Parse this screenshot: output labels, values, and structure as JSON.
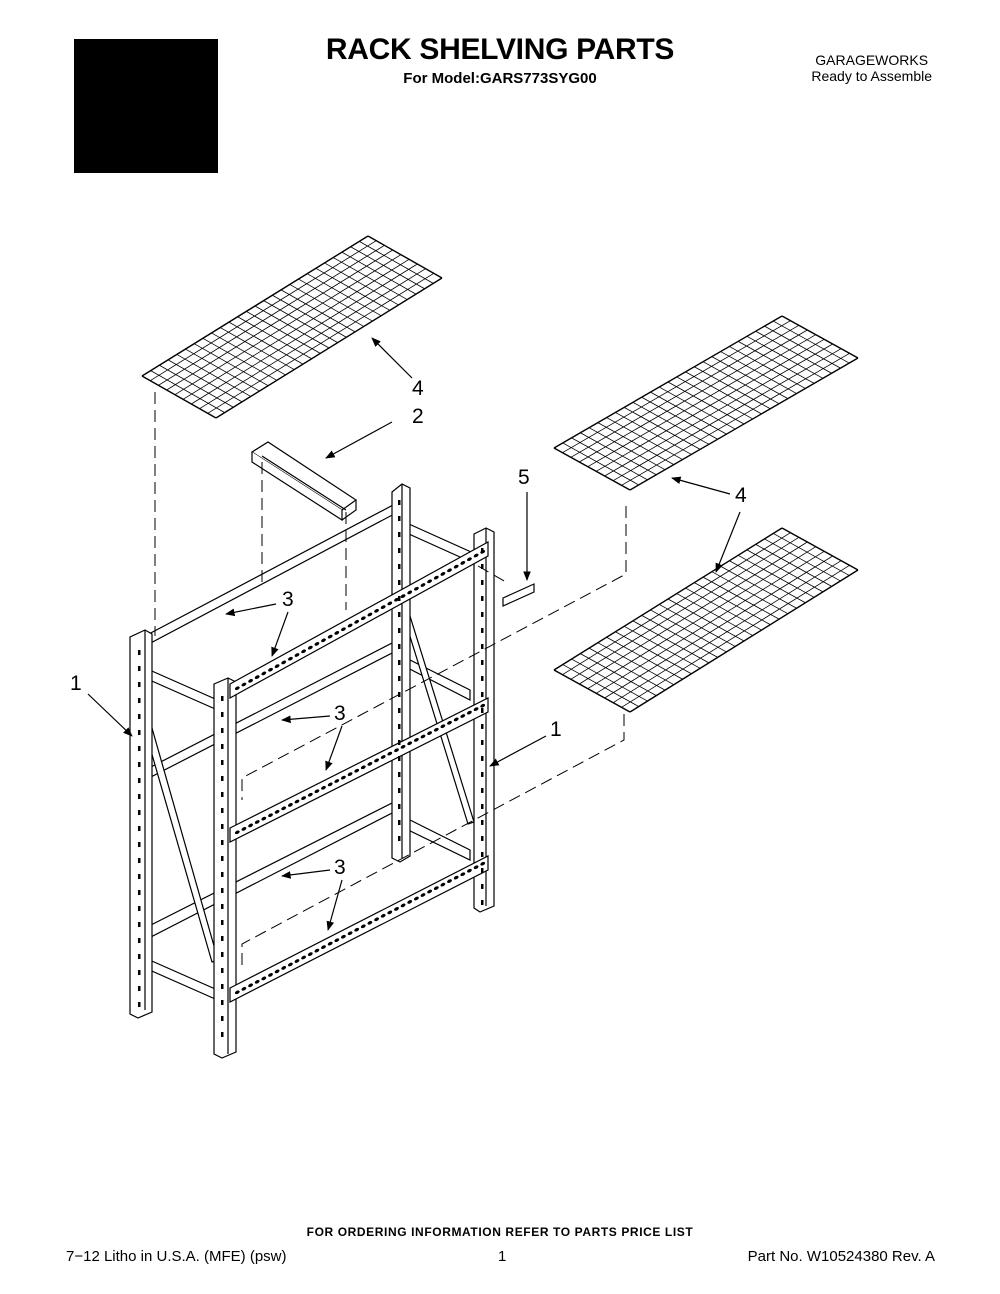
{
  "header": {
    "title": "RACK SHELVING PARTS",
    "subtitle": "For Model:GARS773SYG00",
    "brand": "GARAGEWORKS",
    "brand_sub": "Ready to Assemble"
  },
  "callouts": {
    "mesh_top": "4",
    "beam_support": "2",
    "label": "5",
    "mesh_right": "4",
    "beam_upper": "3",
    "upright_left": "1",
    "beam_middle": "3",
    "upright_right": "1",
    "beam_lower": "3"
  },
  "footer": {
    "ordering": "FOR ORDERING INFORMATION REFER TO PARTS PRICE LIST",
    "litho": "7−12 Litho in U.S.A. (MFE) (psw)",
    "page": "1",
    "part_no": "Part No. W10524380 Rev. A"
  }
}
